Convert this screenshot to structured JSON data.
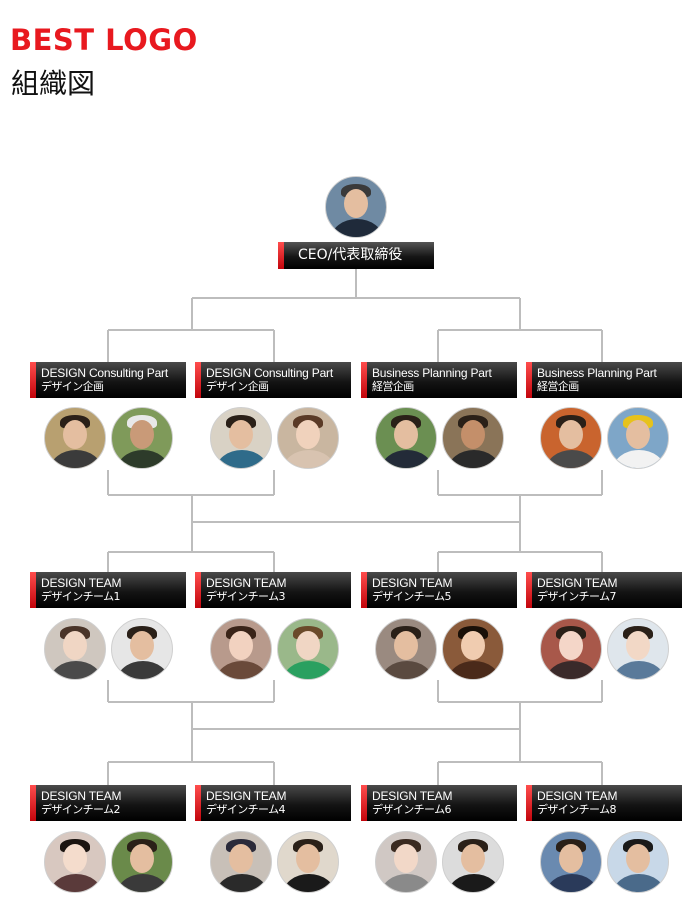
{
  "header": {
    "brand": "BEST LOGO",
    "subtitle": "組織図"
  },
  "ceo": {
    "label": "CEO/代表取締役"
  },
  "tiers": [
    [
      {
        "en": "DESIGN Consulting Part",
        "ja": "デザイン企画"
      },
      {
        "en": "DESIGN Consulting Part",
        "ja": "デザイン企画"
      },
      {
        "en": "Business Planning Part",
        "ja": "経営企画"
      },
      {
        "en": "Business Planning Part",
        "ja": "経営企画"
      }
    ],
    [
      {
        "en": "DESIGN TEAM",
        "ja": "デザインチーム1"
      },
      {
        "en": "DESIGN TEAM",
        "ja": "デザインチーム3"
      },
      {
        "en": "DESIGN TEAM",
        "ja": "デザインチーム5"
      },
      {
        "en": "DESIGN TEAM",
        "ja": "デザインチーム7"
      }
    ],
    [
      {
        "en": "DESIGN TEAM",
        "ja": "デザインチーム2"
      },
      {
        "en": "DESIGN TEAM",
        "ja": "デザインチーム4"
      },
      {
        "en": "DESIGN TEAM",
        "ja": "デザインチーム6"
      },
      {
        "en": "DESIGN TEAM",
        "ja": "デザインチーム8"
      }
    ]
  ],
  "colors": {
    "brand": "#e8191f",
    "accent_bar": "#d9141b",
    "label_bg": "#111111",
    "connector": "#bdbdbd"
  }
}
